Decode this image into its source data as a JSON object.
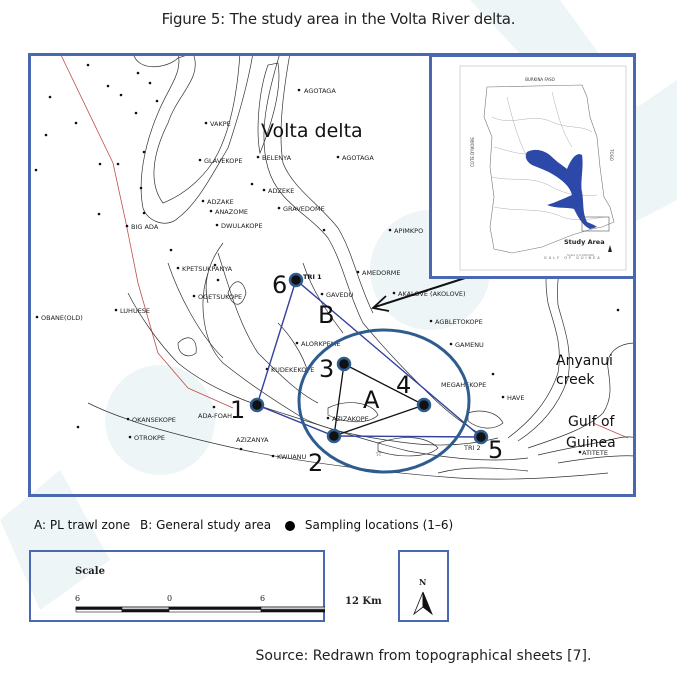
{
  "figure": {
    "title": "Figure 5: The study area in the Volta River delta.",
    "source": "Source: Redrawn from topographical sheets [7]."
  },
  "map": {
    "region_label": "Volta delta",
    "towns": [
      {
        "name": "AGOTAGA"
      },
      {
        "name": "VAKPE"
      },
      {
        "name": "GLAVEKOPE"
      },
      {
        "name": "BELENYA"
      },
      {
        "name": "AGOTAGA"
      },
      {
        "name": "ADZEKE"
      },
      {
        "name": "ADZAKE"
      },
      {
        "name": "GRAVEDOME"
      },
      {
        "name": "ANAZOME"
      },
      {
        "name": "BIG ADA"
      },
      {
        "name": "DWULAKOPE"
      },
      {
        "name": "APIMKPO"
      },
      {
        "name": "KPETSUKPANYA"
      },
      {
        "name": "AMEDORME"
      },
      {
        "name": "OGETSUKOPE"
      },
      {
        "name": "GAVEDU"
      },
      {
        "name": "AKALOVE (AKOLOVE)"
      },
      {
        "name": "OBANE(OLD)"
      },
      {
        "name": "LUHUESE"
      },
      {
        "name": "AGBLETOKOPE"
      },
      {
        "name": "ALORKPEME"
      },
      {
        "name": "GAMENU"
      },
      {
        "name": "KUDEKEKOPE"
      },
      {
        "name": "MEGAHEKOPE"
      },
      {
        "name": "HAVE"
      },
      {
        "name": "OKANSEKOPE"
      },
      {
        "name": "ADA-FOAH"
      },
      {
        "name": "AZIZAKOPE"
      },
      {
        "name": "OTROKPE"
      },
      {
        "name": "AZIZANYA"
      },
      {
        "name": "KWUANU"
      },
      {
        "name": "ATITETE"
      }
    ],
    "sampling_points": [
      {
        "id": "1"
      },
      {
        "id": "2"
      },
      {
        "id": "3"
      },
      {
        "id": "4"
      },
      {
        "id": "5"
      },
      {
        "id": "6"
      }
    ],
    "point_tags": {
      "tri1": "TRI 1",
      "tri2": "TRI 2"
    },
    "zone_labels": {
      "a": "A",
      "b": "B"
    },
    "water_labels": {
      "anyanui_1": "Anyanui",
      "anyanui_2": "creek",
      "gulf_1": "Gulf of",
      "gulf_2": "Guinea"
    },
    "colors": {
      "frame": "#4a67b2",
      "circle": "#2e5c8f",
      "polygon": "#3340a0",
      "boundary": "#c0504d",
      "lake": "#2c48a8"
    }
  },
  "inset": {
    "country_north": "BURKINA FASO",
    "country_west": "COTE D'IVOIRE",
    "country_east": "TOGO",
    "sea": "GULF OF GUINEA",
    "study_area_label": "Study Area",
    "scale_text": "Scale 1:2,000,000"
  },
  "legend": {
    "a": "A: PL  trawl zone",
    "b": "B:  General study area",
    "sampling": "Sampling locations (1–6)"
  },
  "scale": {
    "label": "Scale",
    "ticks": [
      "6",
      "0",
      "6"
    ],
    "end": "12 Km"
  },
  "north": {
    "label": "N"
  }
}
